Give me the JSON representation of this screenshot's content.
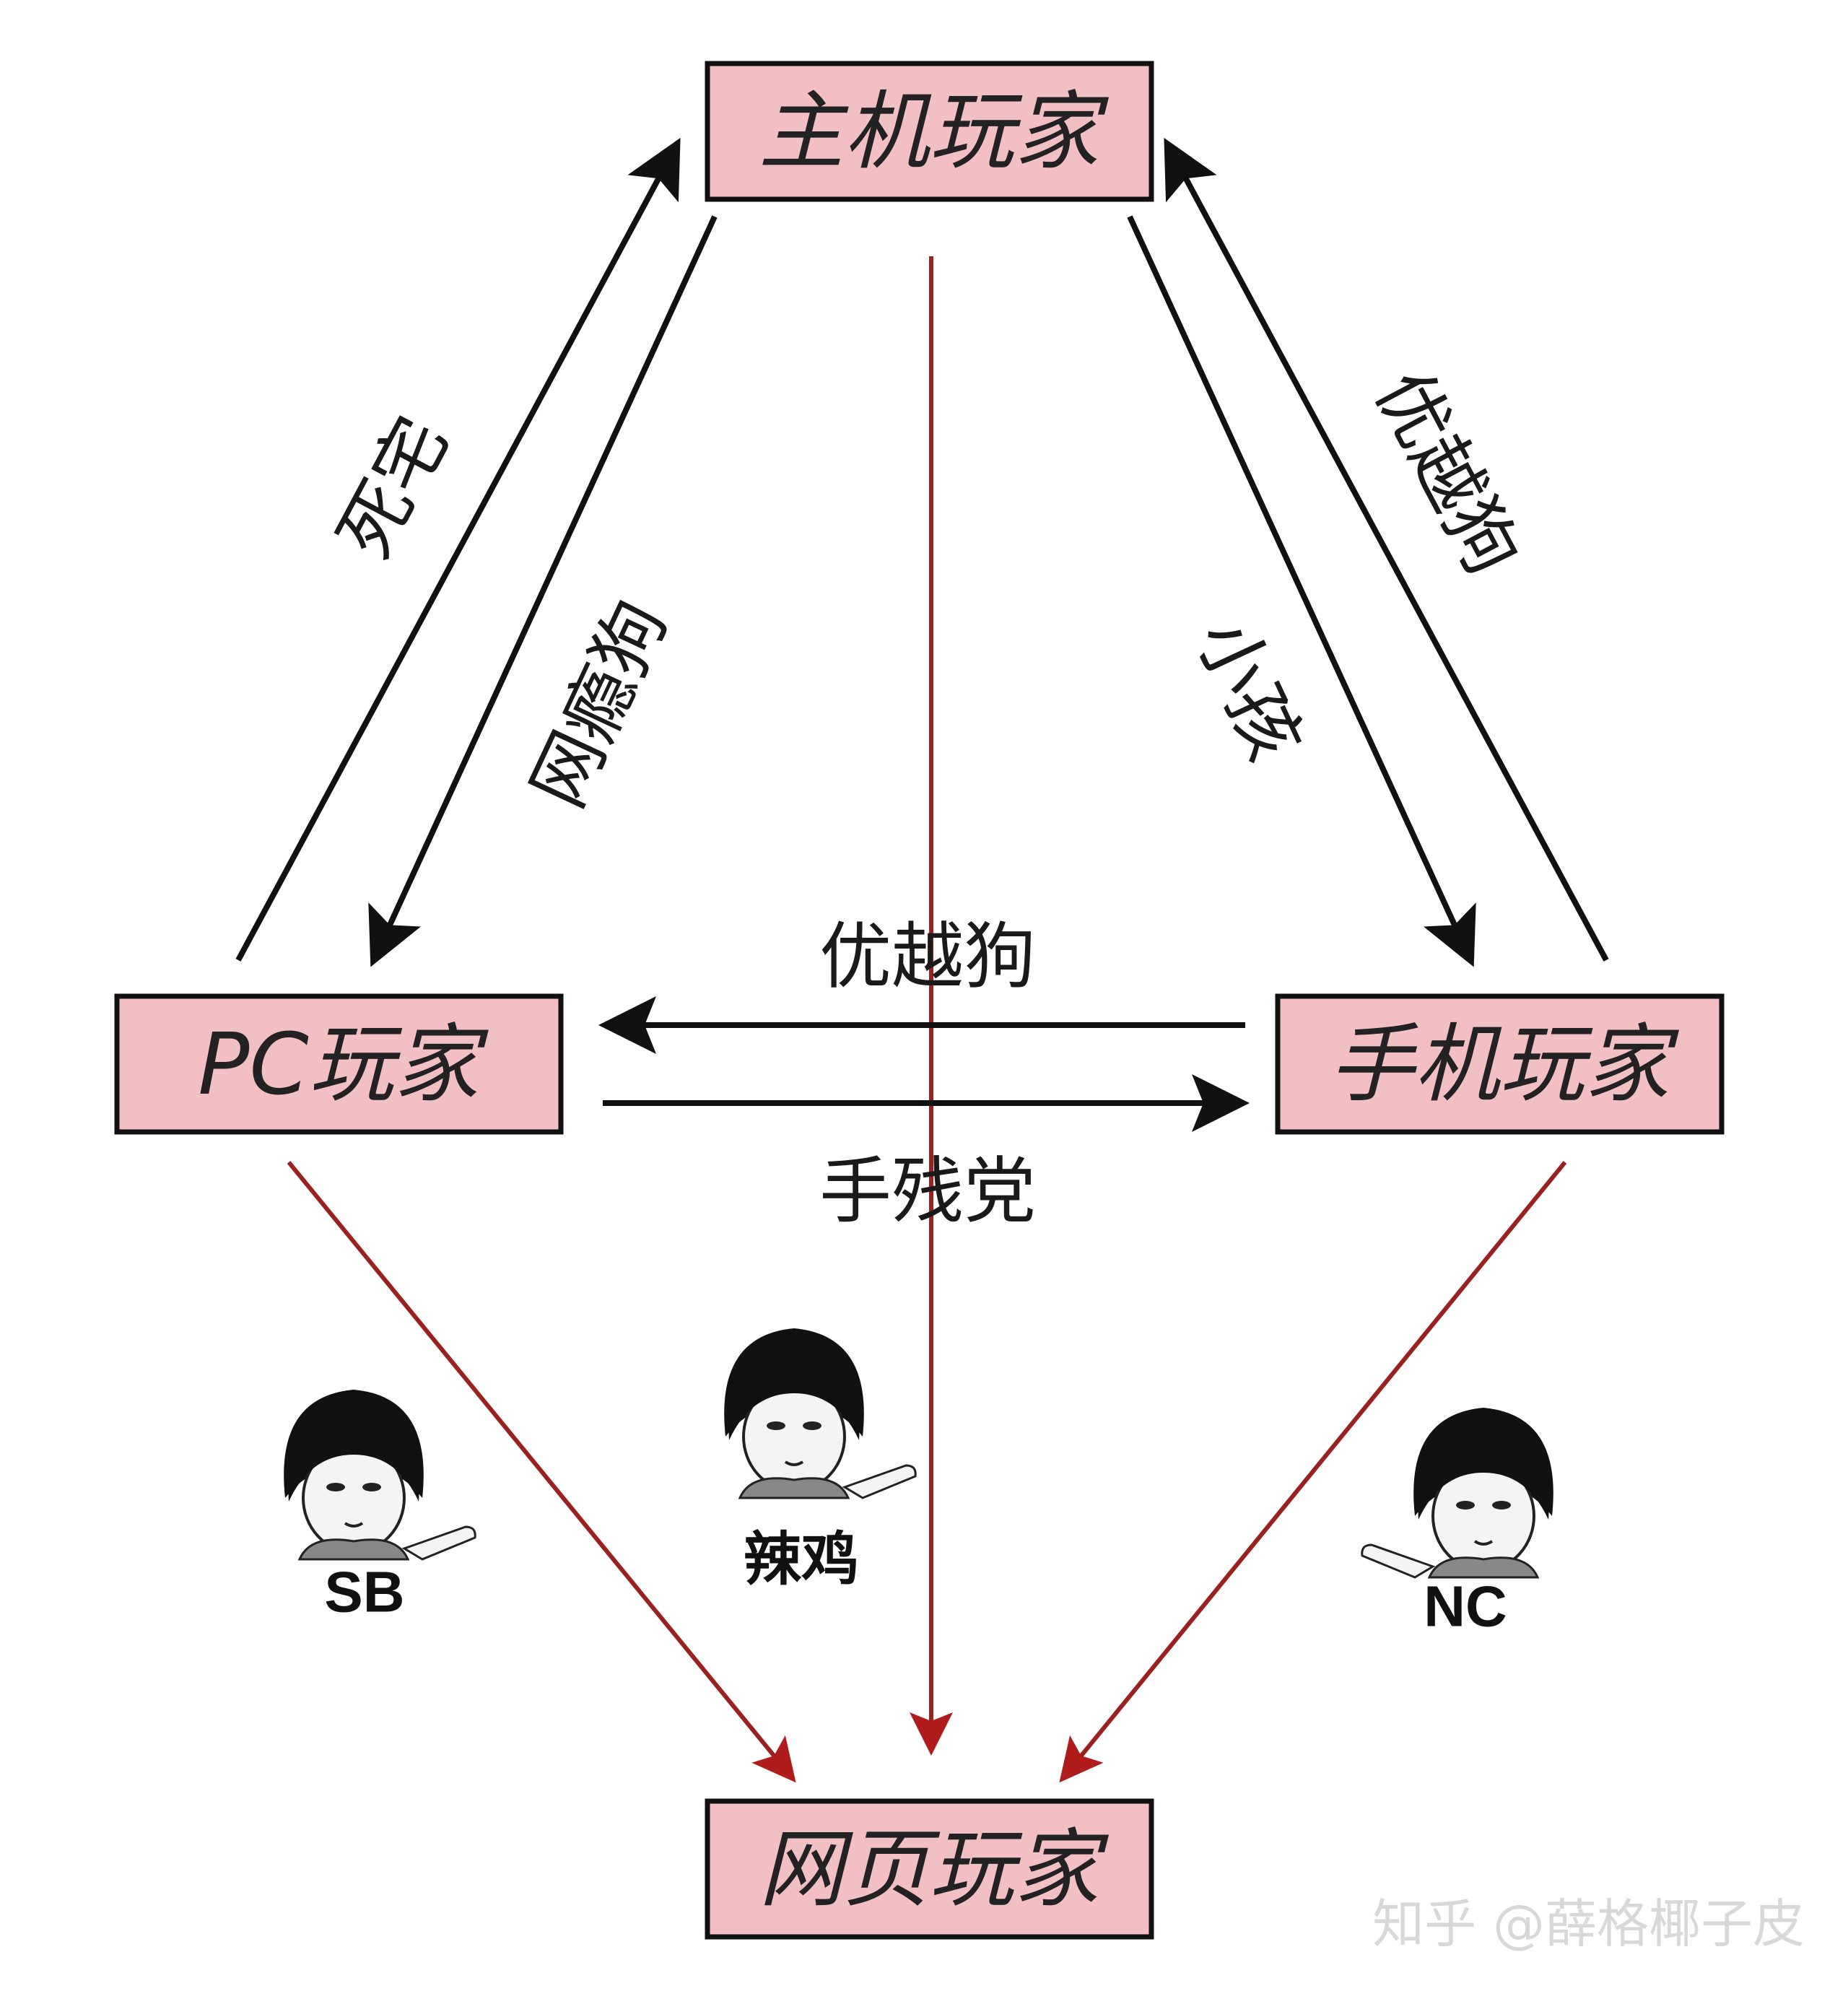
{
  "nodes": {
    "console": "主机玩家",
    "pc": "PC玩家",
    "mobile": "手机玩家",
    "web": "网页玩家"
  },
  "edges": {
    "pc_to_console": "死宅",
    "console_to_pc": "网瘾狗",
    "mobile_to_console": "优越狗",
    "console_to_mobile": "小孩",
    "mobile_to_pc": "优越狗",
    "pc_to_mobile": "手残党"
  },
  "memes": {
    "pc_to_web": "SB",
    "console_to_web": "辣鸡",
    "mobile_to_web": "NC"
  },
  "watermark": "知乎 @薛格椰子皮",
  "colors": {
    "node_fill": "#f2c0c3",
    "black_arrow": "#111111",
    "red_arrow": "#9b2020"
  }
}
